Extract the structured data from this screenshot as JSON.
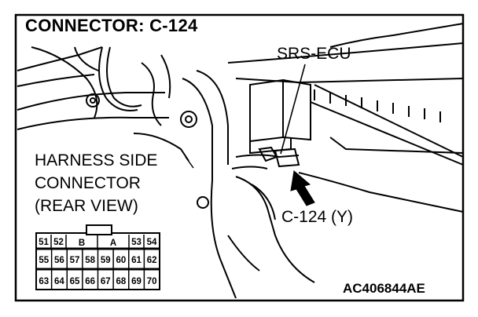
{
  "diagram": {
    "title": "CONNECTOR: C-124",
    "ecu_label": "SRS-ECU",
    "harness_lines": [
      "HARNESS SIDE",
      "CONNECTOR",
      "(REAR VIEW)"
    ],
    "connector_label": "C-124 (Y)",
    "figure_code": "AC406844AE",
    "connector_face": {
      "key_labels": [
        "B",
        "A"
      ],
      "row1": [
        "51",
        "52",
        "53",
        "54"
      ],
      "row2": [
        "55",
        "56",
        "57",
        "58",
        "59",
        "60",
        "61",
        "62"
      ],
      "row3": [
        "63",
        "64",
        "65",
        "66",
        "67",
        "68",
        "69",
        "70"
      ]
    }
  }
}
